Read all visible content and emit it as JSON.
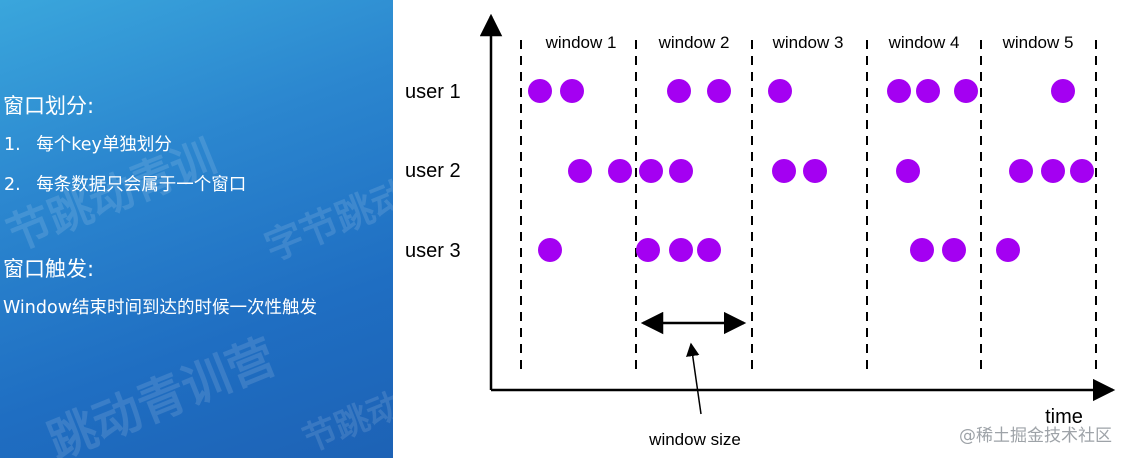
{
  "left": {
    "heading1": "窗口划分:",
    "items1": [
      {
        "num": "1.",
        "text": "每个key单独划分"
      },
      {
        "num": "2.",
        "text": "每条数据只会属于一个窗口"
      }
    ],
    "heading2": "窗口触发:",
    "trigger_text": "Window结束时间到达的时候一次性触发",
    "watermarks": [
      "节跳动青训",
      "字节跳动",
      "跳动青训营",
      "节跳动"
    ]
  },
  "diagram": {
    "windows": [
      "window 1",
      "window 2",
      "window 3",
      "window 4",
      "window 5"
    ],
    "users": [
      "user 1",
      "user 2",
      "user 3"
    ],
    "axis_label": "time",
    "size_label": "window size",
    "dot_color": "#a400f2",
    "dots": {
      "user 1": [
        540,
        572,
        679,
        719,
        780,
        899,
        928,
        966,
        1063
      ],
      "user 2": [
        580,
        620,
        651,
        681,
        784,
        815,
        908,
        1021,
        1053,
        1082
      ],
      "user 3": [
        550,
        648,
        681,
        709,
        922,
        954,
        1008
      ]
    }
  },
  "credit": "@稀土掘金技术社区"
}
